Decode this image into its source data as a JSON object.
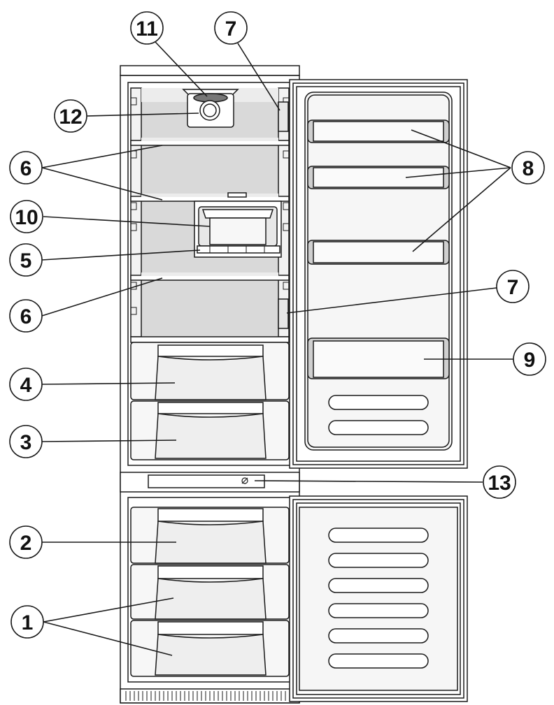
{
  "diagram": {
    "colors": {
      "line": "#1a1a1a",
      "interior": "#d9d9d9",
      "interior_light": "#ececec",
      "panel": "#f4f4f4",
      "white": "#ffffff"
    },
    "callouts": [
      {
        "id": "c11",
        "label": "11"
      },
      {
        "id": "c7a",
        "label": "7"
      },
      {
        "id": "c12",
        "label": "12"
      },
      {
        "id": "c6a",
        "label": "6"
      },
      {
        "id": "c8",
        "label": "8"
      },
      {
        "id": "c10",
        "label": "10"
      },
      {
        "id": "c5",
        "label": "5"
      },
      {
        "id": "c7b",
        "label": "7"
      },
      {
        "id": "c6b",
        "label": "6"
      },
      {
        "id": "c9",
        "label": "9"
      },
      {
        "id": "c4",
        "label": "4"
      },
      {
        "id": "c3",
        "label": "3"
      },
      {
        "id": "c13",
        "label": "13"
      },
      {
        "id": "c2",
        "label": "2"
      },
      {
        "id": "c1",
        "label": "1"
      }
    ]
  }
}
